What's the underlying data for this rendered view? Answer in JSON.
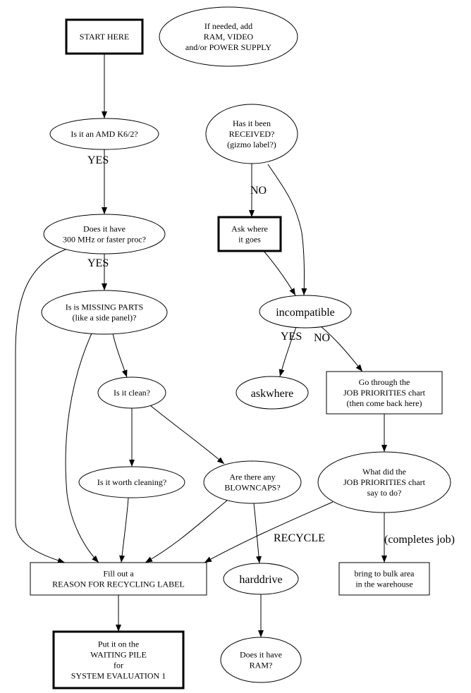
{
  "diagram": {
    "title": "",
    "nodes": [
      {
        "id": "start",
        "shape": "box",
        "bold": true,
        "lines": [
          "START HERE"
        ]
      },
      {
        "id": "addram",
        "shape": "ellipse",
        "lines": [
          "If needed, add",
          "RAM, VIDEO",
          "and/or POWER SUPPLY"
        ]
      },
      {
        "id": "amd",
        "shape": "ellipse",
        "lines": [
          "Is it an AMD K6/2?"
        ]
      },
      {
        "id": "received",
        "shape": "ellipse",
        "lines": [
          "Has it been",
          "RECEIVED?",
          "(gizmo label?)"
        ]
      },
      {
        "id": "mhz",
        "shape": "ellipse",
        "lines": [
          "Does it have",
          "300 MHz or faster proc?"
        ]
      },
      {
        "id": "askwheregoes",
        "shape": "box",
        "bold": true,
        "lines": [
          "Ask where",
          "it goes"
        ]
      },
      {
        "id": "missing",
        "shape": "ellipse",
        "lines": [
          "Is is MISSING PARTS",
          "(like a side panel)?"
        ]
      },
      {
        "id": "incompatible",
        "shape": "ellipse",
        "large": true,
        "lines": [
          "incompatible"
        ]
      },
      {
        "id": "clean",
        "shape": "ellipse",
        "lines": [
          "Is it clean?"
        ]
      },
      {
        "id": "askwhere",
        "shape": "ellipse",
        "large": true,
        "lines": [
          "askwhere"
        ]
      },
      {
        "id": "jobchart",
        "shape": "box",
        "lines": [
          "Go through the",
          "JOB PRIORITIES chart",
          "(then come back here)"
        ]
      },
      {
        "id": "worth",
        "shape": "ellipse",
        "lines": [
          "Is it worth cleaning?"
        ]
      },
      {
        "id": "blowncaps",
        "shape": "ellipse",
        "lines": [
          "Are there any",
          "BLOWNCAPS?"
        ]
      },
      {
        "id": "whatdid",
        "shape": "ellipse",
        "lines": [
          "What did the",
          "JOB PRIORITIES chart",
          "say to do?"
        ]
      },
      {
        "id": "fillout",
        "shape": "box",
        "lines": [
          "Fill out a",
          "REASON FOR RECYCLING LABEL"
        ]
      },
      {
        "id": "harddrive",
        "shape": "ellipse",
        "large": true,
        "lines": [
          "harddrive"
        ]
      },
      {
        "id": "bulk",
        "shape": "box",
        "lines": [
          "bring to bulk area",
          "in the warehouse"
        ]
      },
      {
        "id": "waiting",
        "shape": "box",
        "bold": true,
        "lines": [
          "Put it on the",
          "WAITING PILE",
          "for",
          "SYSTEM EVALUATION 1"
        ]
      },
      {
        "id": "hasram",
        "shape": "ellipse",
        "lines": [
          "Does it have",
          "RAM?"
        ]
      }
    ],
    "edges": [
      {
        "from": "start",
        "to": "amd",
        "label": ""
      },
      {
        "from": "amd",
        "to": "mhz",
        "label": "YES"
      },
      {
        "from": "mhz",
        "to": "missing",
        "label": "YES"
      },
      {
        "from": "mhz",
        "to": "fillout",
        "label": ""
      },
      {
        "from": "missing",
        "to": "clean",
        "label": ""
      },
      {
        "from": "missing",
        "to": "fillout",
        "label": ""
      },
      {
        "from": "clean",
        "to": "worth",
        "label": ""
      },
      {
        "from": "clean",
        "to": "blowncaps",
        "label": ""
      },
      {
        "from": "worth",
        "to": "fillout",
        "label": ""
      },
      {
        "from": "blowncaps",
        "to": "fillout",
        "label": ""
      },
      {
        "from": "blowncaps",
        "to": "harddrive",
        "label": ""
      },
      {
        "from": "received",
        "to": "askwheregoes",
        "label": "NO"
      },
      {
        "from": "received",
        "to": "incompatible",
        "label": ""
      },
      {
        "from": "askwheregoes",
        "to": "incompatible",
        "label": ""
      },
      {
        "from": "incompatible",
        "to": "askwhere",
        "label": "YES"
      },
      {
        "from": "incompatible",
        "to": "jobchart",
        "label": "NO"
      },
      {
        "from": "jobchart",
        "to": "whatdid",
        "label": ""
      },
      {
        "from": "whatdid",
        "to": "fillout",
        "label": "RECYCLE"
      },
      {
        "from": "whatdid",
        "to": "bulk",
        "label": "(completes job)"
      },
      {
        "from": "fillout",
        "to": "waiting",
        "label": ""
      },
      {
        "from": "harddrive",
        "to": "hasram",
        "label": ""
      }
    ]
  }
}
